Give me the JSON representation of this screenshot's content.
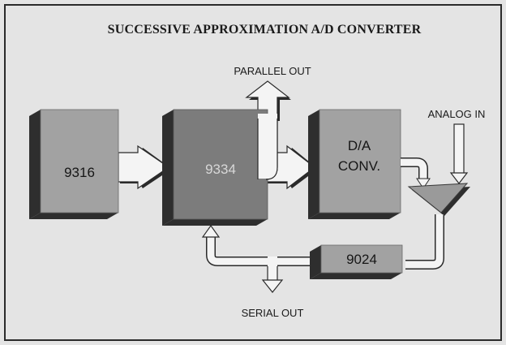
{
  "title": "SUCCESSIVE APPROXIMATION A/D CONVERTER",
  "blocks": {
    "b9316": "9316",
    "b9334": "9334",
    "dac_line1": "D/A",
    "dac_line2": "CONV.",
    "b9024": "9024"
  },
  "labels": {
    "parallel_out": "PARALLEL OUT",
    "analog_in": "ANALOG IN",
    "serial_out": "SERIAL OUT"
  },
  "colors": {
    "background": "#e4e4e4",
    "frame": "#2a2a2a",
    "block_face_light": "#a2a2a2",
    "block_face_dark": "#7c7c7c",
    "block_side": "#2e2e2e",
    "arrow_fill": "#f4f4f4",
    "comparator": "#9a9a9a"
  }
}
